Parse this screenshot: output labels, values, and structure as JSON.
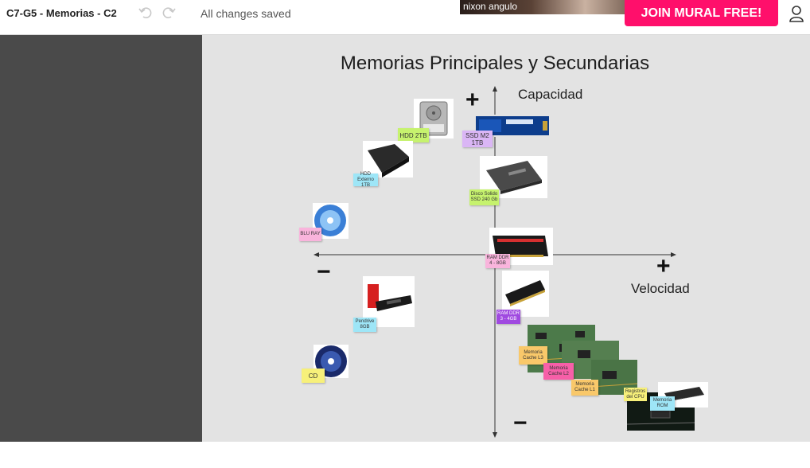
{
  "header": {
    "title": "C7-G5 - Memorias - C2",
    "save_status": "All changes saved",
    "participant_name": "nixon angulo",
    "join_label": "JOIN MURAL FREE!"
  },
  "canvas": {
    "title": "Memorias Principales y Secundarias",
    "y_axis_label": "Capacidad",
    "x_axis_label": "Velocidad",
    "y_plus": "+",
    "y_minus": "−",
    "x_plus": "+",
    "x_minus": "−"
  },
  "notes": {
    "hdd2tb": "HDD 2TB",
    "ssdm2": "SSD M2 1TB",
    "hddext": "HDD Externo 1TB",
    "ssd240": "Disco Solido SSD 240 Gb",
    "bluray": "BLU RAY",
    "ramddr4": "RAM DDR 4 - 8GB",
    "pendrive": "Pendrive 8GB",
    "ramddr3": "RAM DDR 3 - 4GB",
    "cd": "CD",
    "cachel3": "Memoria Cache L3",
    "cachel2": "Memoria Cache L2",
    "cachel1": "Memoria Cache L1",
    "registros": "Registros del CPU",
    "rom": "Memoria ROM"
  },
  "colors": {
    "join_button": "#ff0f6b",
    "sidebar": "#4a4a4a",
    "canvas": "#e3e3e3",
    "note_green": "#c6f26e",
    "note_purple": "#dab6f5",
    "note_blue": "#9ee6f7",
    "note_pink": "#f9b4dc",
    "note_yellow": "#f7f07a",
    "note_orange": "#f9c86a",
    "note_hotpink": "#f75fa8",
    "note_violet": "#a04ae0"
  },
  "icons": {
    "undo": "undo-icon",
    "redo": "redo-icon",
    "user": "user-icon"
  }
}
